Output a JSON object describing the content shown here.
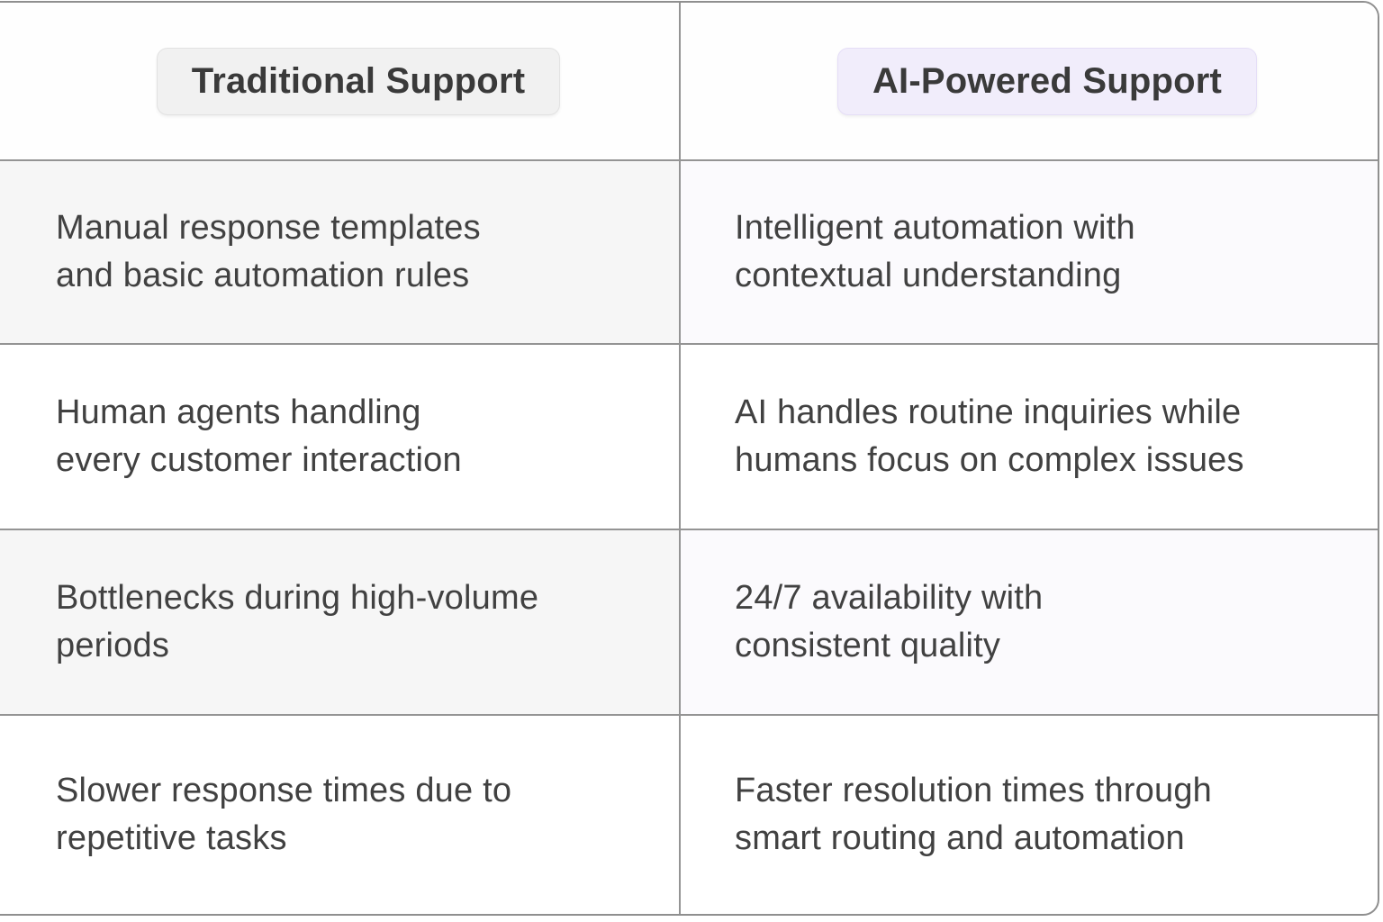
{
  "header": {
    "traditional_label": "Traditional Support",
    "ai_label": "AI-Powered Support"
  },
  "rows": [
    {
      "traditional": [
        "Manual response templates",
        "and basic automation rules"
      ],
      "ai": [
        "Intelligent automation with",
        "contextual understanding"
      ]
    },
    {
      "traditional": [
        "Human agents handling",
        "every customer interaction"
      ],
      "ai": [
        "AI handles routine inquiries while",
        "humans focus on complex issues"
      ]
    },
    {
      "traditional": [
        "Bottlenecks during high-volume",
        "periods"
      ],
      "ai": [
        "24/7 availability with",
        "consistent quality"
      ]
    },
    {
      "traditional": [
        "Slower response times due to",
        "repetitive tasks"
      ],
      "ai": [
        "Faster resolution times through",
        "smart routing and automation"
      ]
    }
  ],
  "colors": {
    "traditional_badge_bg": "#f1f1f1",
    "ai_badge_bg": "#f1edfb",
    "left_shaded_row_bg": "#f6f6f6",
    "right_shaded_row_bg": "#fbfafd",
    "grid_line": "#949494",
    "body_text": "#414141"
  }
}
